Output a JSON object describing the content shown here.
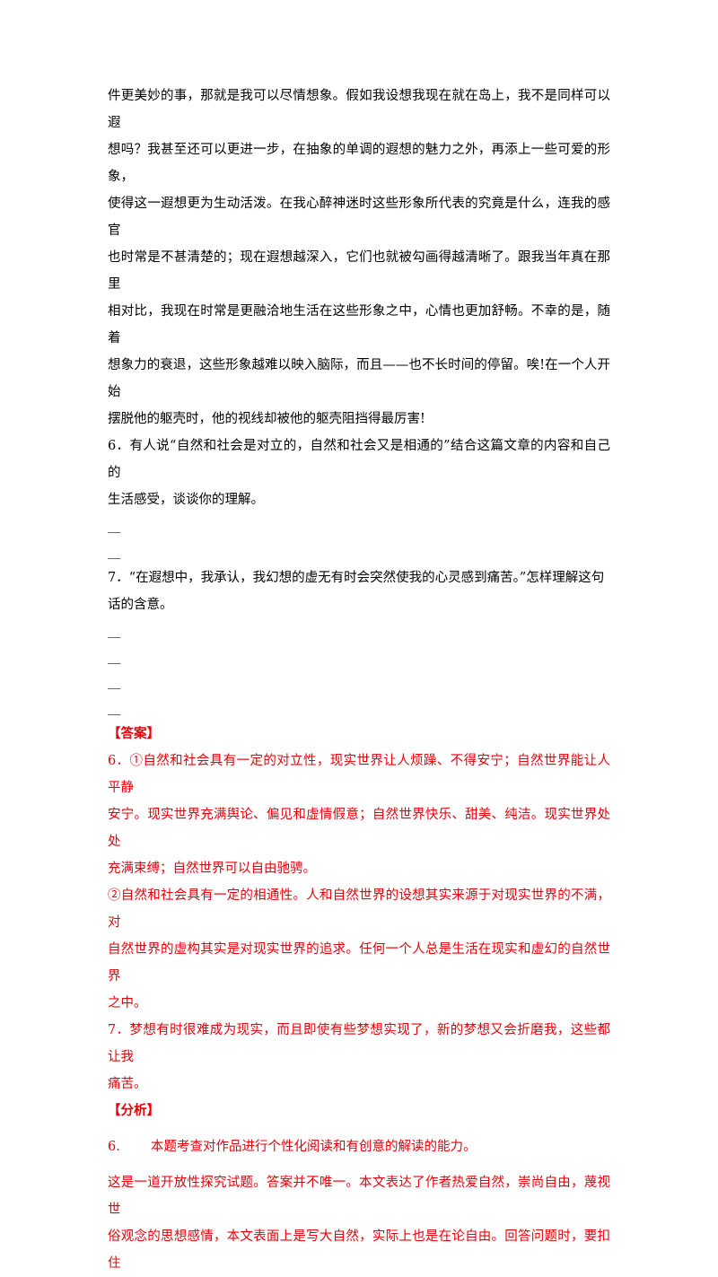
{
  "passage": [
    "件更美妙的事，那就是我可以尽情想象。假如我设想我现在就在岛上，我不是同样可以遐",
    "想吗？我甚至还可以更进一步，在抽象的单调的遐想的魅力之外，再添上一些可爱的形象，",
    "使得这一遐想更为生动活泼。在我心醉神迷时这些形象所代表的究竟是什么，连我的感官",
    "也时常是不甚清楚的；现在遐想越深入，它们也就被勾画得越清晰了。跟我当年真在那里",
    "相对比，我现在时常是更融洽地生活在这些形象之中，心情也更加舒畅。不幸的是，随着",
    "想象力的衰退，这些形象越难以映入脑际，而且——也不长时间的停留。唉!在一个人开始",
    "摆脱他的躯壳时，他的视线却被他的躯壳阻挡得最厉害!"
  ],
  "questions": [
    {
      "lines": [
        "6．有人说“自然和社会是对立的，自然和社会又是相通的”结合这篇文章的内容和自己的",
        "生活感受，谈谈你的理解。"
      ],
      "blanks": [
        "__",
        "__"
      ]
    },
    {
      "lines": [
        "7．“在遐想中，我承认，我幻想的虚无有时会突然使我的心灵感到痛苦。”怎样理解这句",
        "话的含意。"
      ],
      "blanks": [
        "__",
        "__",
        "__",
        "__"
      ]
    }
  ],
  "answer": {
    "header": "【答案】",
    "lines": [
      "6．①自然和社会具有一定的对立性，现实世界让人烦躁、不得安宁；自然世界能让人平静",
      "安宁。现实世界充满舆论、偏见和虚情假意；自然世界快乐、甜美、纯洁。现实世界处处",
      "充满束缚；自然世界可以自由驰骋。",
      "②自然和社会具有一定的相通性。人和自然世界的设想其实来源于对现实世界的不满，对",
      "自然世界的虚构其实是对现实世界的追求。任何一个人总是生活在现实和虚幻的自然世界",
      "之中。",
      "7．梦想有时很难成为现实，而且即使有些梦想实现了，新的梦想又会折磨我，这些都让我",
      "痛苦。"
    ]
  },
  "analysis": {
    "header": "【分析】",
    "q_num": "6.",
    "q_text": "本题考查对作品进行个性化阅读和有创意的解读的能力。",
    "lines": [
      "这是一道开放性探究试题。答案并不唯一。本文表达了作者热爱自然，崇尚自由，蔑视世",
      "俗观念的思想感情，本文表面上是写大自然，实际上也是在论自由。回答问题时，要扣住"
    ]
  }
}
